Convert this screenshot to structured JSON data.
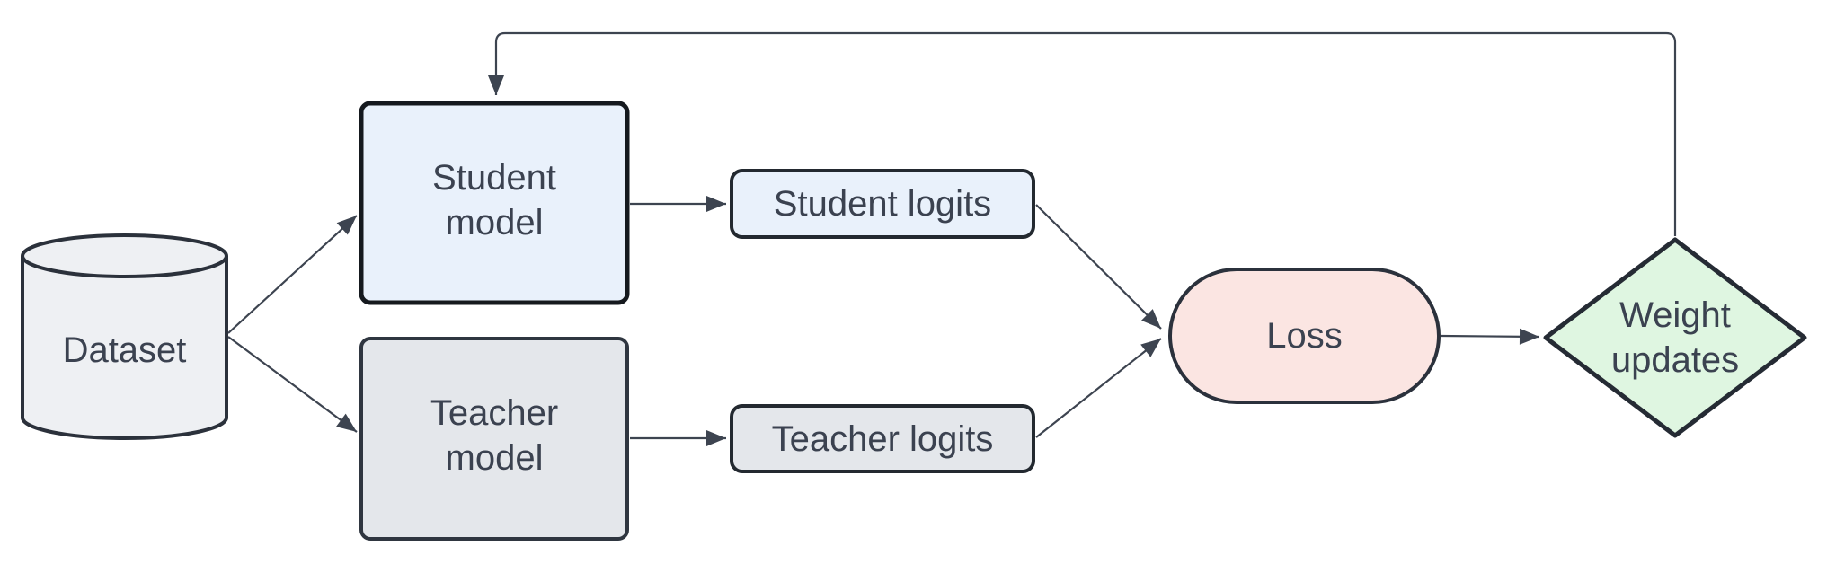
{
  "diagram": {
    "background_color": "#ffffff",
    "line_color": "#3d4450",
    "text_color": "#3b4250",
    "nodes": {
      "dataset": {
        "label": "Dataset",
        "shape": "cylinder",
        "fill": "#eef0f3",
        "stroke": "#2b313b"
      },
      "student_model": {
        "label": "Student\nmodel",
        "shape": "rounded-rectangle",
        "fill": "#e9f1fb",
        "stroke": "#15191e"
      },
      "teacher_model": {
        "label": "Teacher\nmodel",
        "shape": "rounded-rectangle",
        "fill": "#e4e7eb",
        "stroke": "#2f3640"
      },
      "student_logits": {
        "label": "Student logits",
        "shape": "rounded-rectangle",
        "fill": "#e9f1fb",
        "stroke": "#232930"
      },
      "teacher_logits": {
        "label": "Teacher logits",
        "shape": "rounded-rectangle",
        "fill": "#e4e7eb",
        "stroke": "#232930"
      },
      "loss": {
        "label": "Loss",
        "shape": "pill",
        "fill": "#fbe5e2",
        "stroke": "#2b313c"
      },
      "weight_updates": {
        "label": "Weight\nupdates",
        "shape": "diamond",
        "fill": "#dff6e1",
        "stroke": "#252b34"
      }
    },
    "edges": [
      {
        "from": "dataset",
        "to": "student_model"
      },
      {
        "from": "dataset",
        "to": "teacher_model"
      },
      {
        "from": "student_model",
        "to": "student_logits"
      },
      {
        "from": "teacher_model",
        "to": "teacher_logits"
      },
      {
        "from": "student_logits",
        "to": "loss"
      },
      {
        "from": "teacher_logits",
        "to": "loss"
      },
      {
        "from": "loss",
        "to": "weight_updates"
      },
      {
        "from": "weight_updates",
        "to": "student_model"
      }
    ]
  }
}
